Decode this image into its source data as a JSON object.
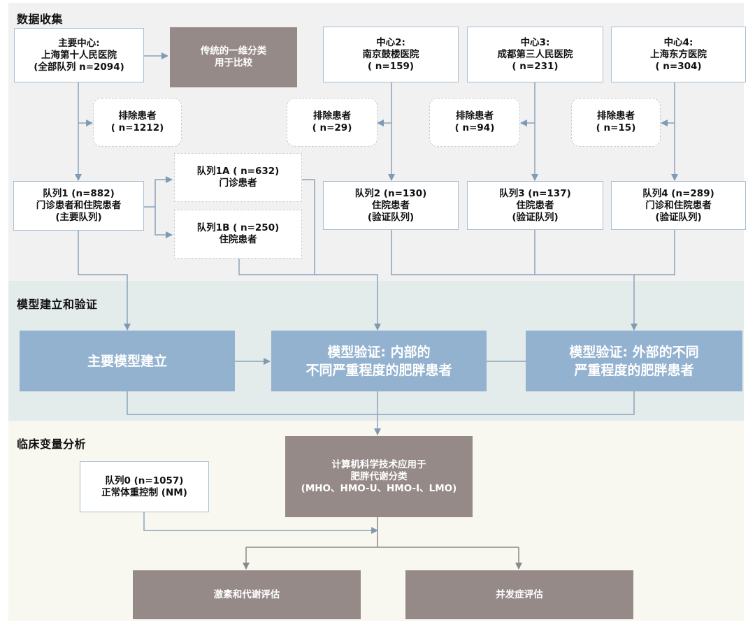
{
  "sections": {
    "data_collection": "数据收集",
    "model": "模型建立和验证",
    "clinical": "临床变量分析"
  },
  "colors": {
    "band_data_collection": "#f1f1f1",
    "band_model": "#e4ebeb",
    "band_clinical": "#f8f7f0",
    "box_border": "#a9bfd3",
    "blue_box": "#93b2cf",
    "gray_box": "#958a88",
    "connector": "#8aa3b9"
  },
  "centers": {
    "main": [
      "主要中心:",
      "上海第十人民医院",
      "(全部队列 n=2094)"
    ],
    "c2": [
      "中心2:",
      "南京鼓楼医院",
      "( n=159)"
    ],
    "c3": [
      "中心3:",
      "成都第三人民医院",
      "( n=231)"
    ],
    "c4": [
      "中心4:",
      "上海东方医院",
      "( n=304)"
    ]
  },
  "traditional": [
    "传统的一维分类",
    "用于比较"
  ],
  "excluded": {
    "main": [
      "排除患者",
      "( n=1212)"
    ],
    "c2": [
      "排除患者",
      "( n=29)"
    ],
    "c3": [
      "排除患者",
      "( n=94)"
    ],
    "c4": [
      "排除患者",
      "( n=15)"
    ]
  },
  "cohorts": {
    "c1": [
      "队列1 (n=882)",
      "门诊患者和住院患者",
      "(主要队列)"
    ],
    "c1a": [
      "队列1A ( n=632)",
      "门诊患者"
    ],
    "c1b": [
      "队列1B ( n=250)",
      "住院患者"
    ],
    "c2": [
      "队列2 (n=130)",
      "住院患者",
      "(验证队列)"
    ],
    "c3": [
      "队列3 (n=137)",
      "住院患者",
      "(验证队列)"
    ],
    "c4": [
      "队列4 (n=289)",
      "门诊和住院患者",
      "(验证队列)"
    ],
    "c0": [
      "队列0 (n=1057)",
      "正常体重控制 (NM)"
    ]
  },
  "model": {
    "build": [
      "主要模型建立"
    ],
    "internal": [
      "模型验证: 内部的",
      "不同严重程度的肥胖患者"
    ],
    "external": [
      "模型验证: 外部的不同",
      "严重程度的肥胖患者"
    ]
  },
  "clinical": {
    "compute": [
      "计算机科学技术应用于",
      "肥胖代谢分类",
      "(MHO、HMO-U、HMO-I、LMO)"
    ],
    "hormone": [
      "激素和代谢评估"
    ],
    "complication": [
      "并发症评估"
    ]
  }
}
